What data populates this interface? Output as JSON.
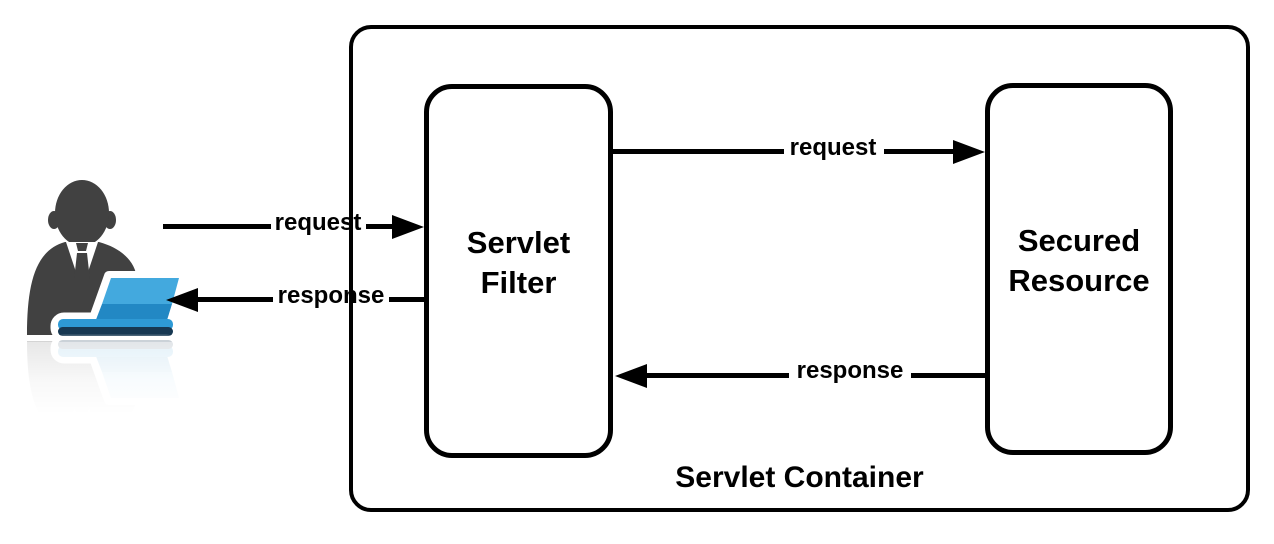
{
  "container": {
    "label": "Servlet Container"
  },
  "nodes": [
    {
      "id": "servlet-filter",
      "label": "Servlet\nFilter"
    },
    {
      "id": "secured-resource",
      "label": "Secured\nResource"
    }
  ],
  "arrows": [
    {
      "id": "client-to-filter",
      "label": "request"
    },
    {
      "id": "filter-to-client",
      "label": "response"
    },
    {
      "id": "filter-to-resource",
      "label": "request"
    },
    {
      "id": "resource-to-filter",
      "label": "response"
    }
  ],
  "actor": {
    "icon": "user-at-laptop-icon"
  },
  "colors": {
    "line": "#000000",
    "person_gray": "#414141",
    "laptop_blue_top": "#43a9de",
    "laptop_blue_bottom": "#2288c4",
    "laptop_base_dark": "#173852"
  }
}
